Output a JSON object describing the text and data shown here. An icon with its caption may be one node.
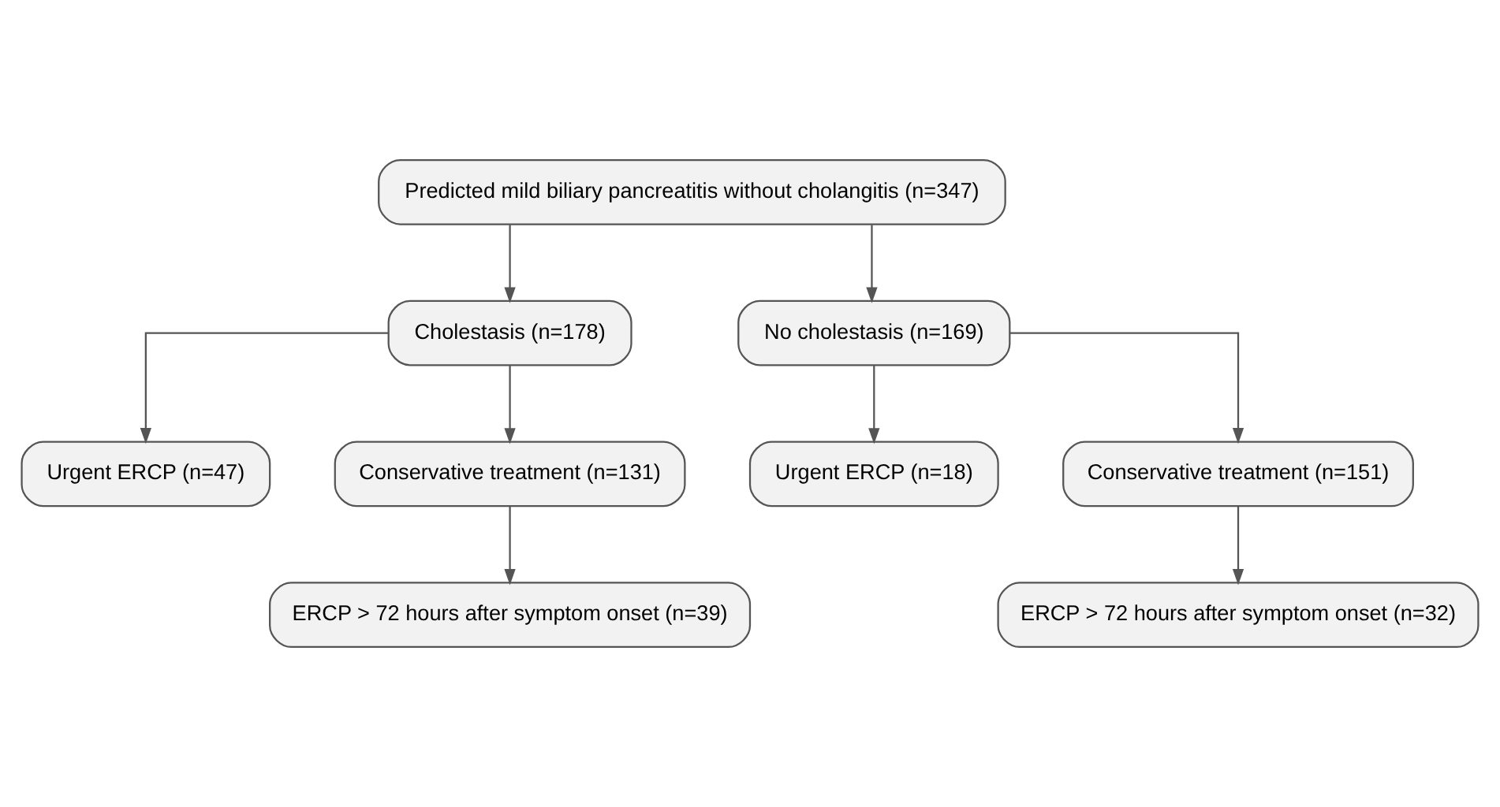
{
  "diagram": {
    "nodes": [
      {
        "text": [
          "Predicted mild biliary pancreatitis without cholangitis (n=347)"
        ]
      },
      {
        "text": [
          "Cholestasis (n=178)"
        ]
      },
      {
        "text": [
          "No cholestasis (n=169)"
        ]
      },
      {
        "text": [
          "Urgent ERCP (n=47)"
        ]
      },
      {
        "text": [
          "Conservative treatment (n=131)"
        ]
      },
      {
        "text": [
          "ERCP > 72 hours after symptom onset (n=39)"
        ]
      },
      {
        "text": [
          "Urgent ERCP (n=18)"
        ]
      },
      {
        "text": [
          "Conservative treatment (n=151)"
        ]
      },
      {
        "text": [
          "ERCP > 72 hours after symptom onset (n=32)"
        ]
      }
    ],
    "edges": [
      {
        "from": 0,
        "to": 1,
        "arrow": "to"
      },
      {
        "from": 0,
        "to": 2,
        "arrow": "to"
      },
      {
        "from": 1,
        "to": 3,
        "arrow": "to"
      },
      {
        "from": 1,
        "to": 4,
        "arrow": "to"
      },
      {
        "from": 4,
        "to": 5,
        "arrow": "to"
      },
      {
        "from": 2,
        "to": 6,
        "arrow": "to"
      },
      {
        "from": 2,
        "to": 7,
        "arrow": "to"
      },
      {
        "from": 7,
        "to": 8,
        "arrow": "to"
      }
    ]
  }
}
